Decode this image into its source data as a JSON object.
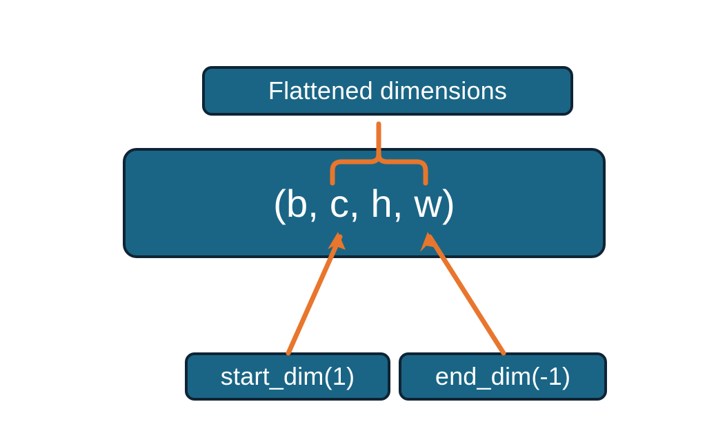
{
  "diagram": {
    "title_text": "Flattened dimensions",
    "type": "flowchart",
    "background_color": "#ffffff",
    "node_fill_color": "#1a6585",
    "node_border_color": "#0f2435",
    "node_text_color": "#ffffff",
    "connector_color": "#e8762c",
    "nodes": [
      {
        "id": "flattened",
        "label": "Flattened dimensions",
        "role": "annotation-box-top"
      },
      {
        "id": "shape",
        "label": "(b, c, h, w)",
        "role": "tensor-shape-box"
      },
      {
        "id": "start_dim",
        "label": "start_dim(1)",
        "role": "argument-box-left"
      },
      {
        "id": "end_dim",
        "label": "end_dim(-1)",
        "role": "argument-box-right"
      }
    ],
    "connectors": [
      {
        "id": "brace",
        "kind": "curly-brace",
        "from": "shape",
        "to": "flattened",
        "spans_label_part": "c, h, w"
      },
      {
        "id": "arrow-start-dim",
        "kind": "arrow",
        "from": "start_dim",
        "to": "shape",
        "points_at": "c"
      },
      {
        "id": "arrow-end-dim",
        "kind": "arrow",
        "from": "end_dim",
        "to": "shape",
        "points_at": "w"
      }
    ]
  }
}
